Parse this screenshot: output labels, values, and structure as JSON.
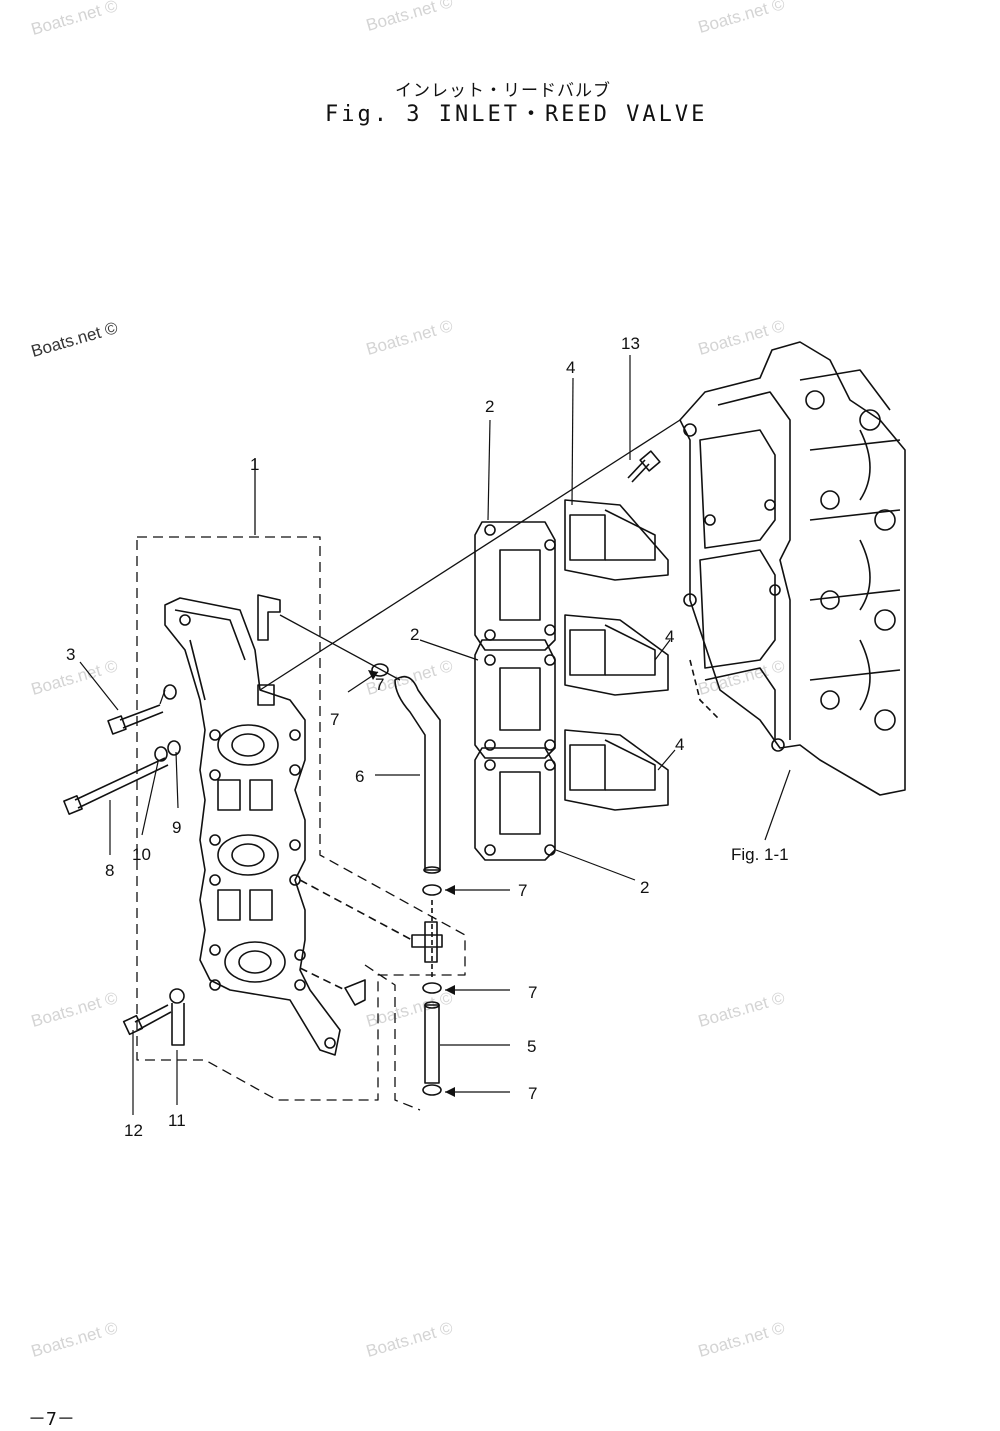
{
  "title": {
    "japanese": "インレット・リードバルブ",
    "english": "Fig. 3  INLET・REED VALVE"
  },
  "page_number": "－7－",
  "watermark": "Boats.net ©",
  "reference": "Fig. 1-1",
  "callouts": [
    "1",
    "2",
    "2",
    "2",
    "3",
    "4",
    "4",
    "4",
    "5",
    "6",
    "7",
    "7",
    "7",
    "7",
    "7",
    "8",
    "9",
    "10",
    "11",
    "12",
    "13"
  ]
}
